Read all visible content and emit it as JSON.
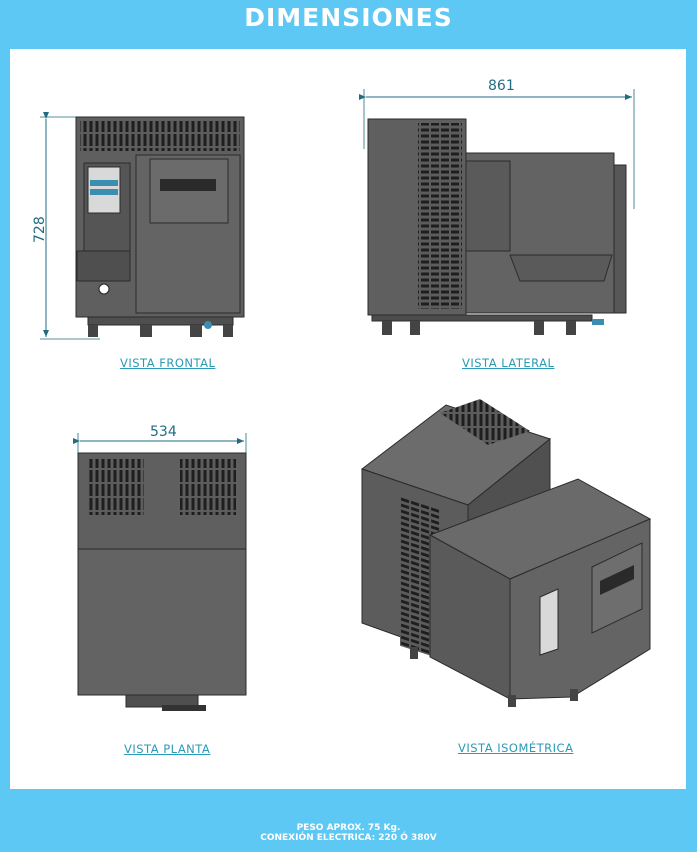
{
  "header": {
    "title": "DIMENSIONES"
  },
  "views": {
    "frontal": {
      "label": "VISTA FRONTAL",
      "dimension": "728"
    },
    "lateral": {
      "label": "VISTA LATERAL",
      "dimension": "861"
    },
    "planta": {
      "label": "VISTA PLANTA",
      "dimension": "534"
    },
    "isometrica": {
      "label": "VISTA ISOMÉTRICA"
    }
  },
  "footer": {
    "weight": "PESO APROX. 75 Kg.",
    "connection": "CONEXIÓN ELECTRICA: 220 Ó 380V"
  },
  "colors": {
    "background": "#5ec8f5",
    "machine": "#5f5f5f",
    "dimension": "#1f6d80",
    "label": "#2a9ab5"
  }
}
